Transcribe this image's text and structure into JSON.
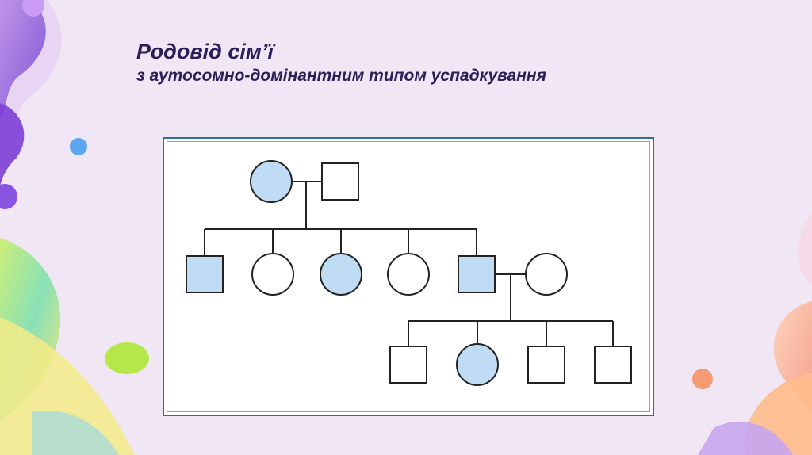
{
  "slide": {
    "title": "Родовід сім’ї",
    "subtitle": "з аутосомно-домінантним типом успадкування"
  },
  "colors": {
    "affected": "#bfdcf4",
    "unaffected": "#ffffff",
    "line": "#222222",
    "frame": "#2f6f96",
    "title": "#2a1f57"
  },
  "pedigree": {
    "generation1": [
      {
        "sex": "female",
        "affected": true
      },
      {
        "sex": "male",
        "affected": false
      }
    ],
    "generation2": [
      {
        "sex": "male",
        "affected": true
      },
      {
        "sex": "female",
        "affected": false
      },
      {
        "sex": "female",
        "affected": true
      },
      {
        "sex": "female",
        "affected": false
      },
      {
        "sex": "male",
        "affected": true
      },
      {
        "sex": "female",
        "affected": false,
        "spouse": true
      }
    ],
    "generation3": [
      {
        "sex": "male",
        "affected": false
      },
      {
        "sex": "female",
        "affected": true
      },
      {
        "sex": "male",
        "affected": false
      },
      {
        "sex": "male",
        "affected": false
      }
    ]
  }
}
